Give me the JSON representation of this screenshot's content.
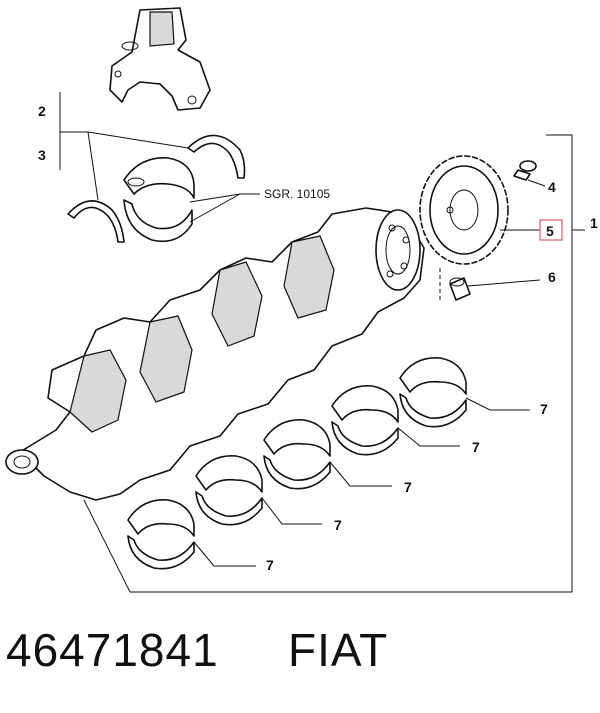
{
  "callouts": {
    "c1": "1",
    "c2": "2",
    "c3": "3",
    "c4": "4",
    "c5": "5",
    "c6": "6",
    "c7": "7"
  },
  "reference_note": "SGR. 10105",
  "highlight_color": "#e05c6c",
  "footer": {
    "part_number": "46471841",
    "brand": "FIAT"
  }
}
